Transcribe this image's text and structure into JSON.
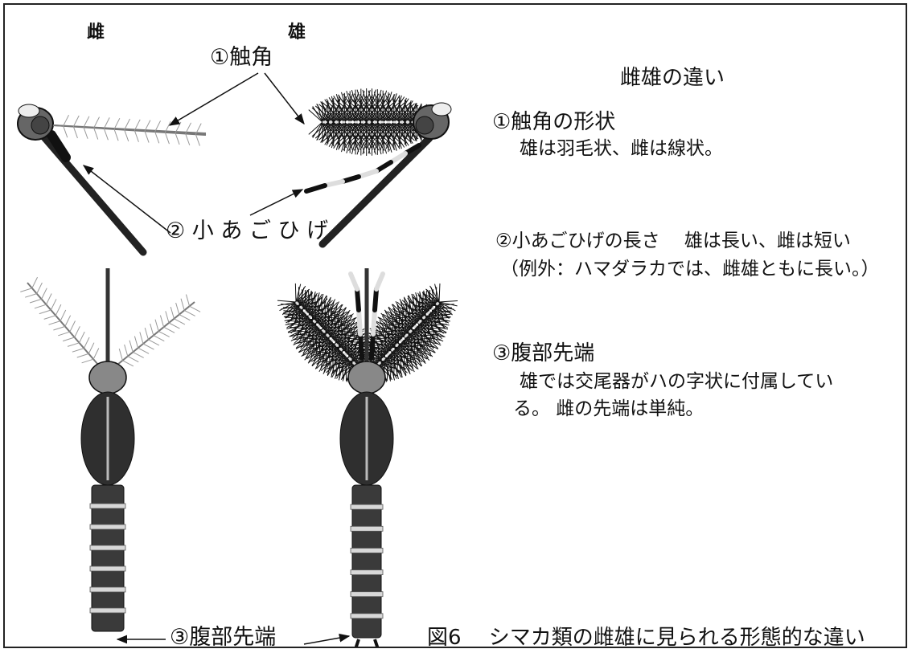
{
  "labels": {
    "female": "雌",
    "male": "雄",
    "antenna": "①触角",
    "palp": "② 小 あ ご ひ げ",
    "abdomen_tip": "③腹部先端"
  },
  "notes": {
    "title": "雌雄の違い",
    "item1_title": "①触角の形状",
    "item1_body": "雄は羽毛状、雌は線状。",
    "item2_title": "②小あごひげの長さ　 雄は長い、雌は短い",
    "item2_body": "（例外：ハマダラカでは、雌雄ともに長い。）",
    "item3_title": "③腹部先端",
    "item3_body1": "雄では交尾器がハの字状に付属してい",
    "item3_body2": "る。 雌の先端は単純。"
  },
  "caption": "図6　 シマカ類の雌雄に見られる形態的な違い",
  "colors": {
    "ink": "#111111",
    "body": "#3a3a3a",
    "band": "#d8d8d8",
    "border": "#222222"
  }
}
